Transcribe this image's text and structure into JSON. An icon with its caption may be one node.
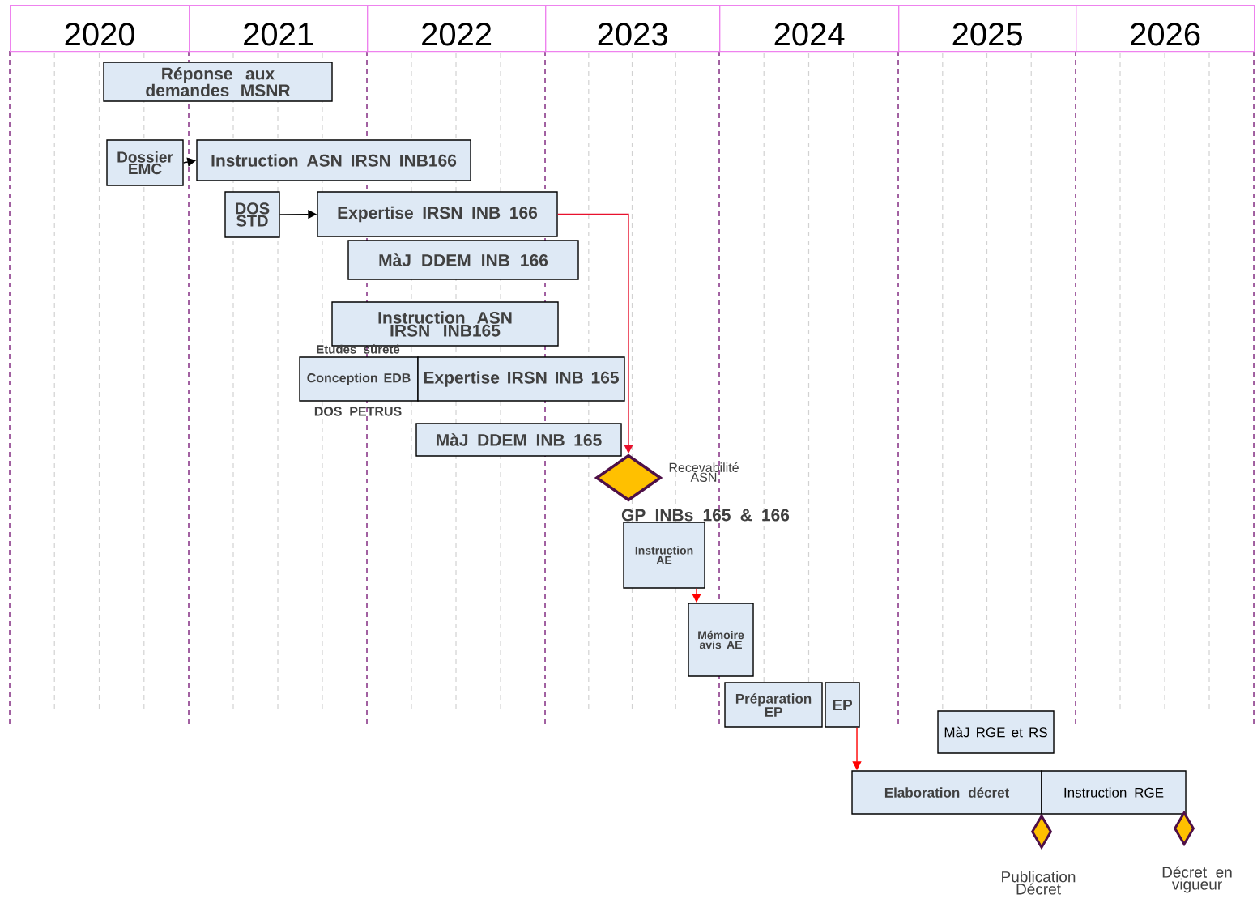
{
  "diagram": {
    "nodes": [
      {
        "text": [
          "Réponse aux demandes MSNR"
        ]
      },
      {
        "text": [
          "Dossier EMC"
        ]
      },
      {
        "text": [
          "Instruction ASN IRSN INB166"
        ]
      },
      {
        "text": [
          "DOS STD"
        ]
      },
      {
        "text": [
          "Expertise IRSN INB 166"
        ]
      },
      {
        "text": [
          "MàJ DDEM INB 166"
        ]
      },
      {
        "text": [
          "Instruction ASN IRSN INB165"
        ]
      },
      {
        "text": [
          "Conception EDB"
        ],
        "beside": [
          "Etudes sûreté",
          "DOS PETRUS"
        ]
      },
      {
        "text": [
          "Expertise IRSN INB 165"
        ]
      },
      {
        "text": [
          "MàJ DDEM INB 165"
        ]
      },
      {
        "text": [],
        "shape": "diamond",
        "beside": [
          "Recevabilité ASN",
          "GP INBs 165 & 166"
        ]
      },
      {
        "text": [
          "Instruction AE"
        ]
      },
      {
        "text": [
          "Mémoire avis AE"
        ]
      },
      {
        "text": [
          "Préparation EP"
        ]
      },
      {
        "text": [
          "EP"
        ]
      },
      {
        "text": [
          "MàJ RGE et RS"
        ]
      },
      {
        "text": [
          "Elaboration décret"
        ]
      },
      {
        "text": [
          "Instruction RGE"
        ]
      },
      {
        "text": [],
        "shape": "diamond",
        "beside": [
          "Publication Décret"
        ]
      },
      {
        "text": [],
        "shape": "diamond",
        "beside": [
          "Décret en vigueur"
        ]
      }
    ],
    "edges": [
      {
        "from": 1,
        "to": 2,
        "arrow": "to",
        "color": "#000000"
      },
      {
        "from": 3,
        "to": 4,
        "arrow": "to",
        "color": "#000000"
      },
      {
        "from": 4,
        "to": 10,
        "arrow": "to",
        "color": "#e8112d"
      },
      {
        "from": 11,
        "to": 12,
        "arrow": "to",
        "color": "#ff0000"
      },
      {
        "from": 14,
        "to": 16,
        "arrow": "to",
        "color": "#ff0000"
      }
    ],
    "labels": [
      "2020",
      "2021",
      "2022",
      "2023",
      "2024",
      "2025",
      "2026"
    ]
  }
}
